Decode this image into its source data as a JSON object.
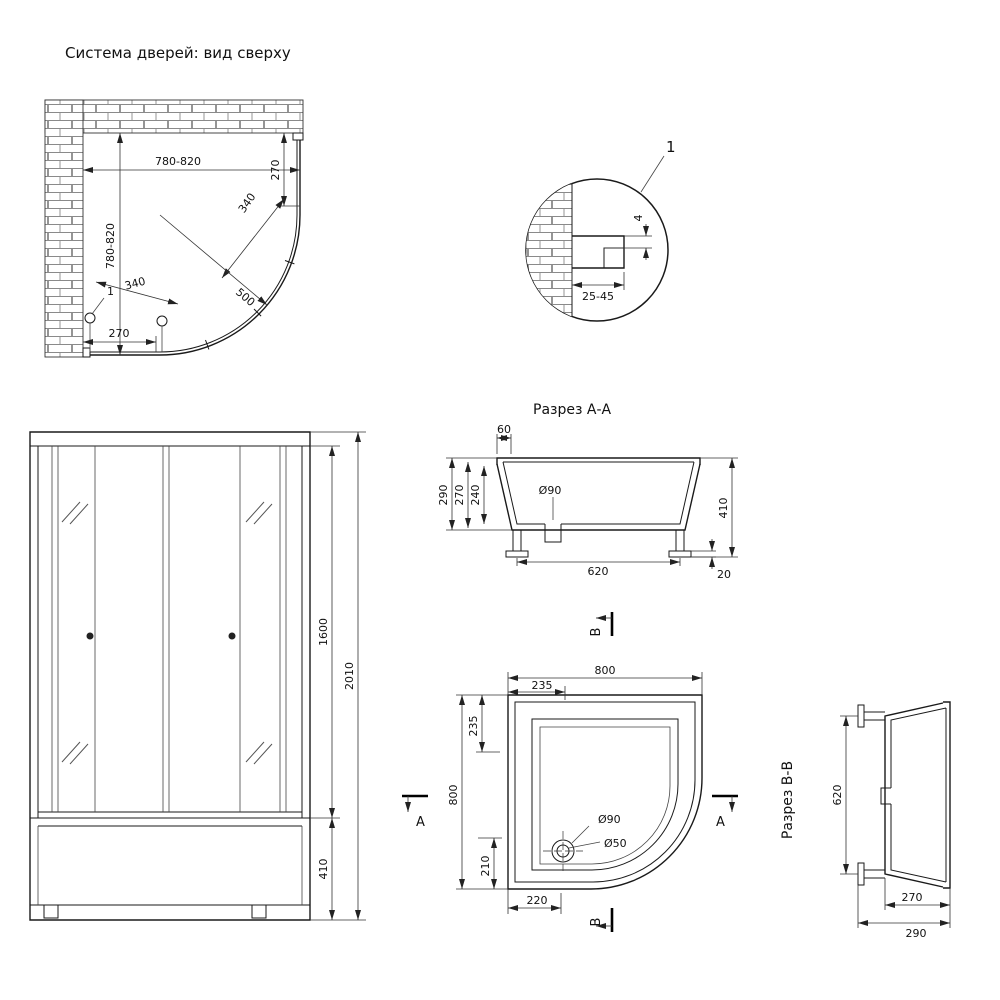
{
  "titles": {
    "top_view": "Система дверей: вид сверху",
    "section_aa": "Разрез А-А",
    "section_bb": "Разрез В-В"
  },
  "plan": {
    "width": "780-820",
    "depth": "780-820",
    "side_panel": "270",
    "door_top": "340",
    "door_left": "340",
    "radius": "500",
    "bottom_panel": "270",
    "callout": "1"
  },
  "detail": {
    "callout": "1",
    "gap": "4",
    "range": "25-45"
  },
  "front": {
    "glass_height": "1600",
    "total_height": "2010",
    "tray_height": "410"
  },
  "section_aa": {
    "rim_width": "60",
    "depth_total": "290",
    "depth_inner": "270",
    "depth_basin": "240",
    "drain": "Ø90",
    "leg_span": "620",
    "height": "410",
    "foot": "20"
  },
  "tray": {
    "width": "800",
    "depth": "800",
    "offset_top": "235",
    "offset_left": "235",
    "drain_bottom": "210",
    "drain_left": "220",
    "drain_outer": "Ø90",
    "drain_inner": "Ø50"
  },
  "markers": {
    "a": "А",
    "b": "В"
  },
  "section_bb": {
    "leg_span": "620",
    "depth_inner": "270",
    "depth_total": "290"
  }
}
